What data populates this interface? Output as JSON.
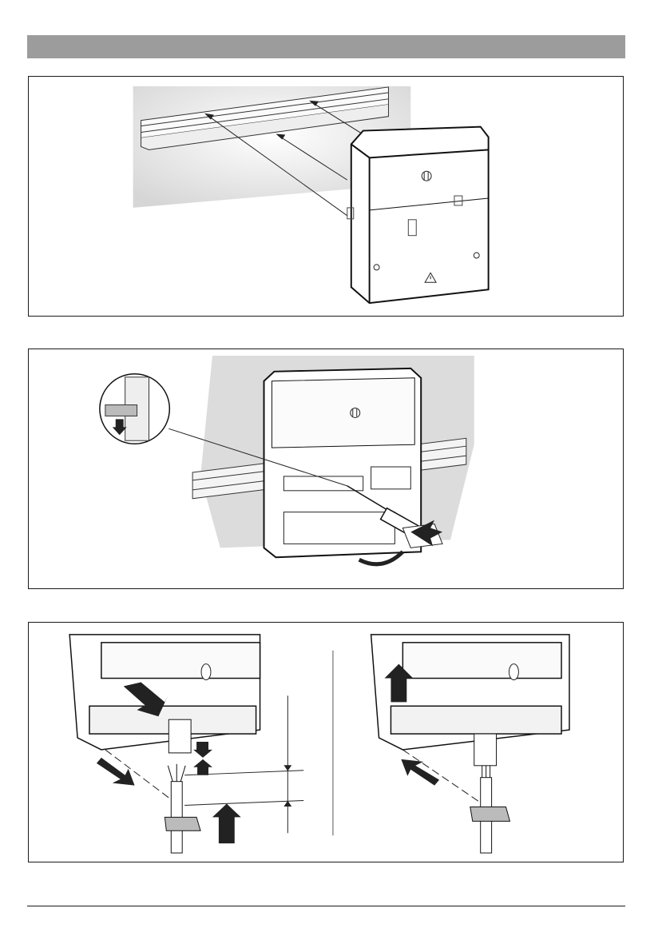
{
  "page": {
    "header_bar_color": "#9c9c9c",
    "figures": [
      {
        "id": "fig1",
        "subject": "wall-mount-on-din-rail"
      },
      {
        "id": "fig2",
        "subject": "release-from-din-rail-with-screwdriver"
      },
      {
        "id": "fig3",
        "subject": "cable-connector-insertion-and-strain-relief"
      }
    ],
    "icons": [
      "arrow-icon",
      "screwdriver-icon",
      "warning-triangle-icon",
      "screw-icon"
    ]
  }
}
